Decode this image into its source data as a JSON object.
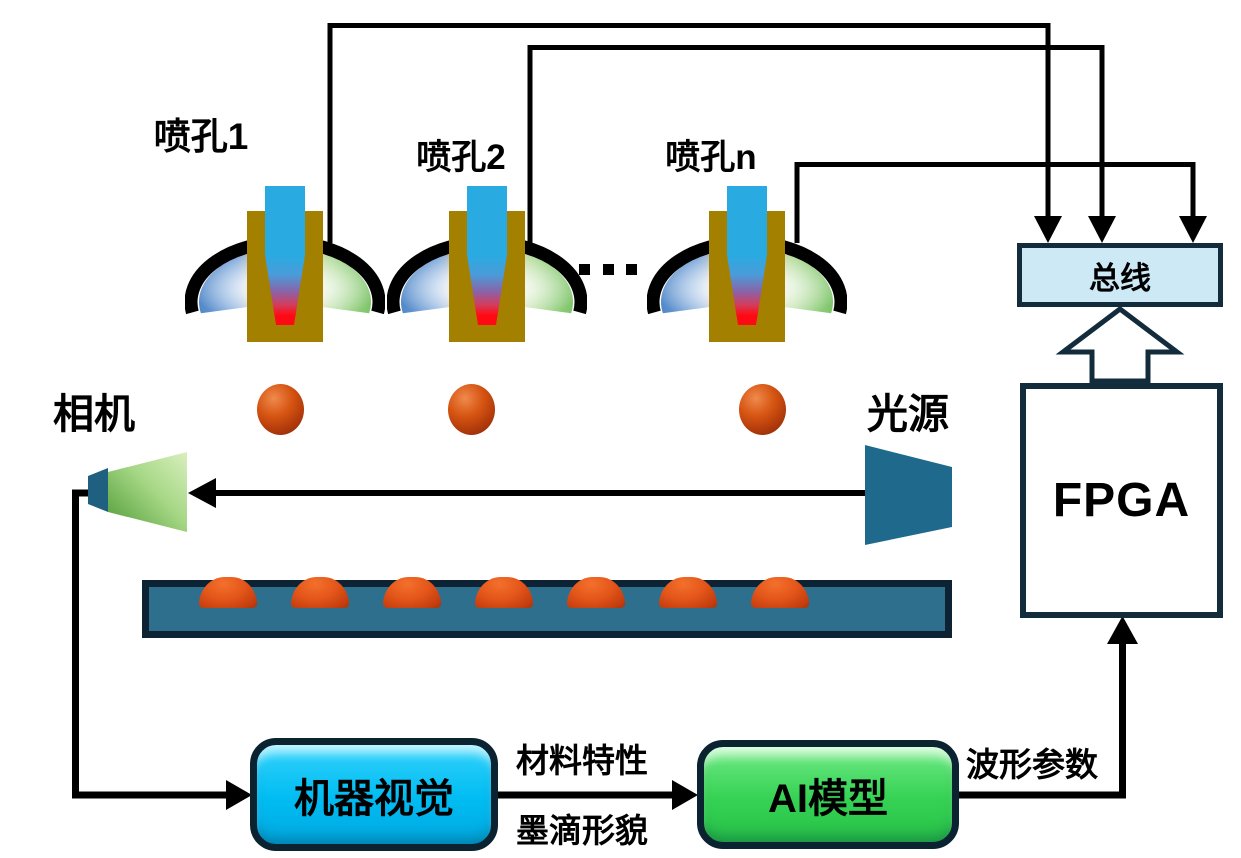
{
  "nozzles": {
    "n1": "喷孔1",
    "n2": "喷孔2",
    "nn": "喷孔n"
  },
  "camera": {
    "label": "相机"
  },
  "light": {
    "label": "光源"
  },
  "bus": {
    "label": "总线"
  },
  "fpga": {
    "label": "FPGA"
  },
  "machine_vision": {
    "label": "机器视觉"
  },
  "ai_model": {
    "label": "AI模型"
  },
  "flows": {
    "material": "材料特性",
    "droplet": "墨滴形貌",
    "waveform": "波形参数"
  },
  "counts": {
    "nozzle_count_shown": 3,
    "falling_droplets": 3,
    "printed_domes": 7
  },
  "colors": {
    "outline": "#132c3c",
    "outline-dark": "#0d2233",
    "bus_fill": "#cde9f6",
    "mv_fill": "#00bcf2",
    "ai_fill": "#35d254",
    "substrate": "#2e6f8e",
    "nozzle_body": "#a38000",
    "ink_blue": "#29abe2",
    "ink_red": "#ff0a14",
    "droplet_orange": "#d65512",
    "device_teal": "#1f6a8c",
    "camera_green": "#8cc63f"
  }
}
